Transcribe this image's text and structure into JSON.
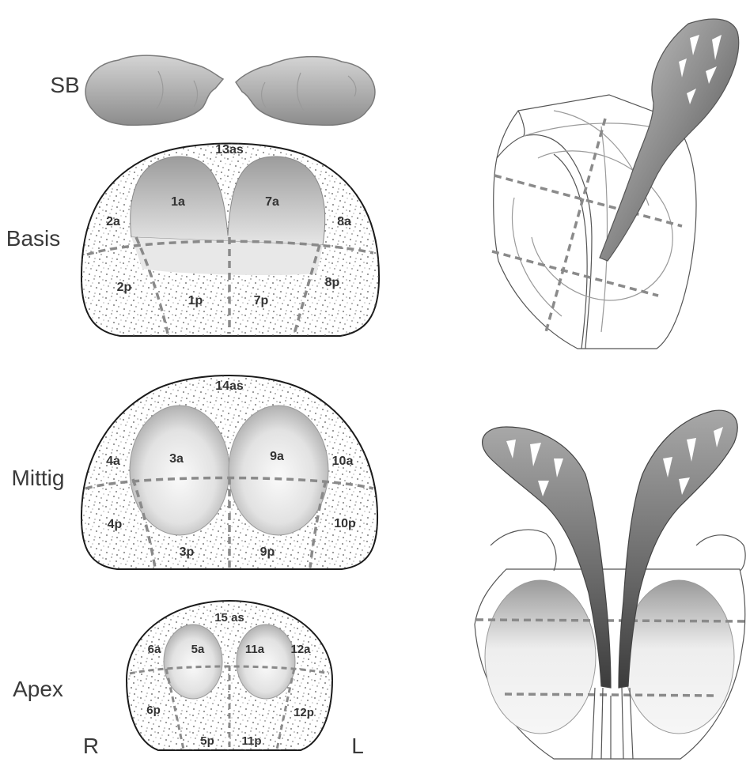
{
  "row_labels": {
    "sb": "SB",
    "basis": "Basis",
    "mittig": "Mittig",
    "apex": "Apex"
  },
  "side_labels": {
    "right": "R",
    "left": "L"
  },
  "basis_zones": {
    "as": "13as",
    "1a": "1a",
    "7a": "7a",
    "2a": "2a",
    "8a": "8a",
    "2p": "2p",
    "1p": "1p",
    "7p": "7p",
    "8p": "8p"
  },
  "mittig_zones": {
    "as": "14as",
    "3a": "3a",
    "9a": "9a",
    "4a": "4a",
    "10a": "10a",
    "4p": "4p",
    "10p": "10p",
    "3p": "3p",
    "9p": "9p"
  },
  "apex_zones": {
    "as": "15 as",
    "5a": "5a",
    "11a": "11a",
    "6a": "6a",
    "12a": "12a",
    "6p": "6p",
    "12p": "12p",
    "5p": "5p",
    "11p": "11p"
  },
  "colors": {
    "outline": "#1a1a1a",
    "dashed_divider": "#8a8a8a",
    "gland_gradient_dark": "#9a9a9a",
    "gland_gradient_light": "#f4f4f4"
  }
}
